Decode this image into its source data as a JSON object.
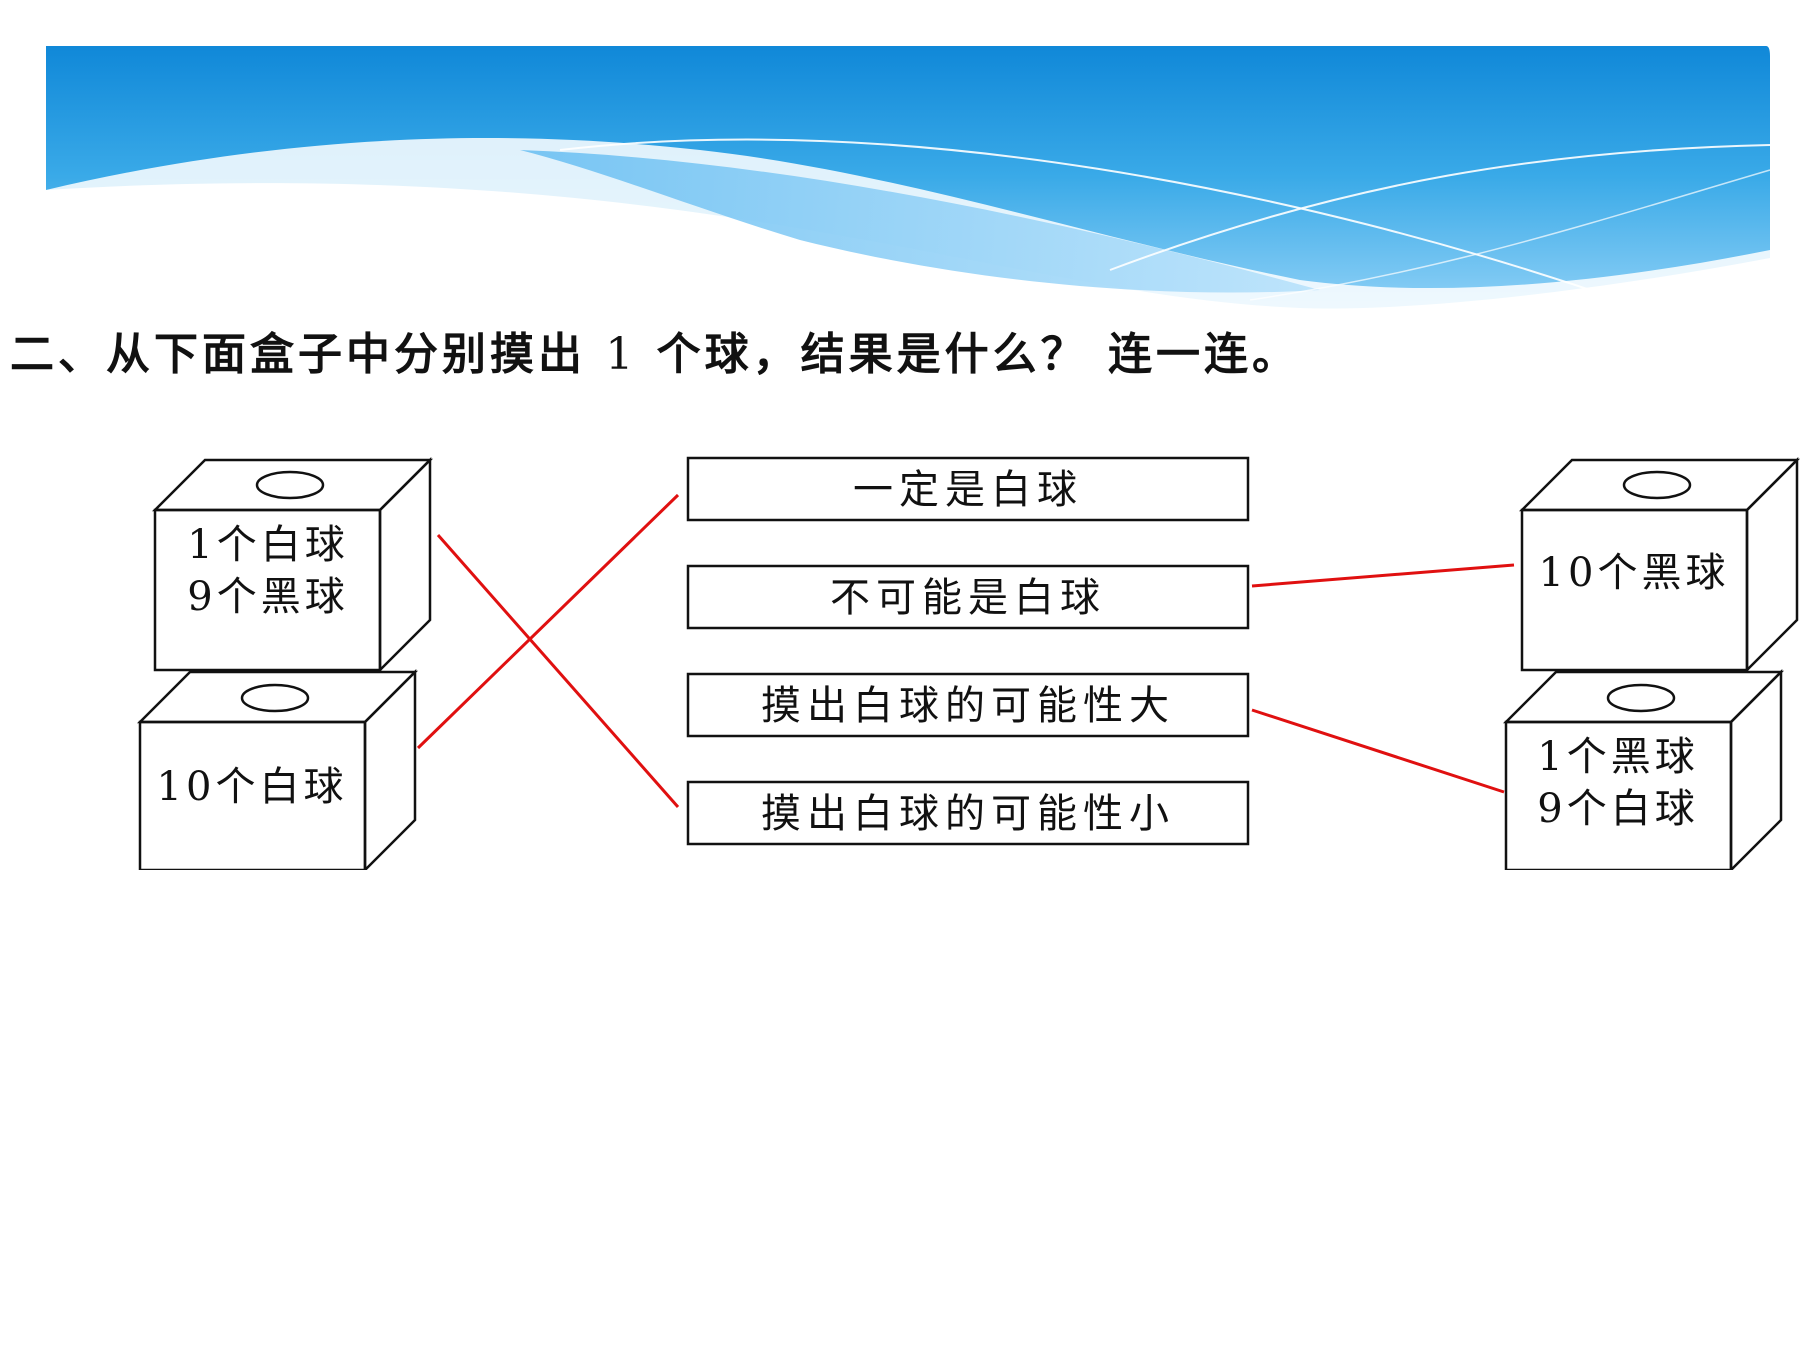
{
  "question": {
    "prefix": "二、从下面盒子中分别摸出",
    "number": "1",
    "suffix": "个球，结果是什么？ 连一连。"
  },
  "left_boxes": [
    {
      "lines": [
        "1个白球",
        "9个黑球"
      ]
    },
    {
      "lines": [
        "10个白球"
      ]
    }
  ],
  "options": [
    "一定是白球",
    "不可能是白球",
    "摸出白球的可能性大",
    "摸出白球的可能性小"
  ],
  "right_boxes": [
    {
      "lines": [
        "10个黑球"
      ]
    },
    {
      "lines": [
        "1个黑球",
        "9个白球"
      ]
    }
  ],
  "colors": {
    "connector": "#e01010",
    "banner_top": "#1e90e0",
    "banner_light": "#bfe4fa"
  }
}
